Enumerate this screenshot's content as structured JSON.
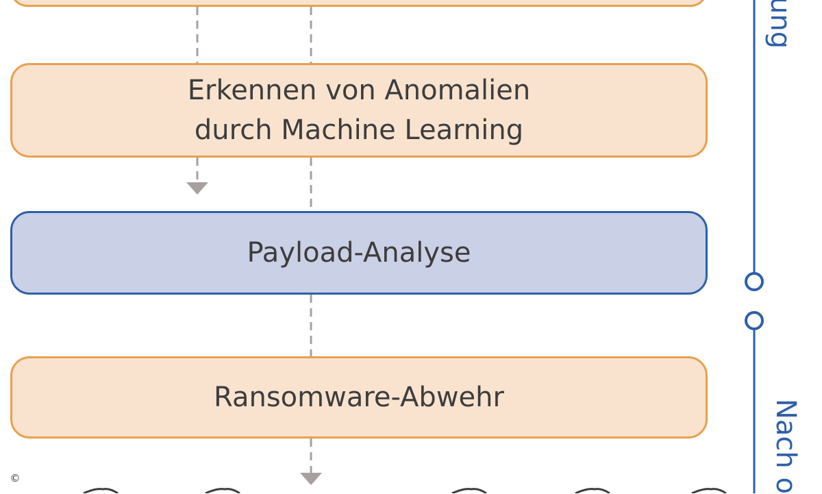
{
  "boxes": {
    "top": {
      "text": ""
    },
    "anomaly": {
      "line1": "Erkennen von Anomalien",
      "line2": "durch Machine Learning"
    },
    "payload": {
      "text": "Payload-Analyse"
    },
    "ransomware": {
      "text": "Ransomware-Abwehr"
    }
  },
  "timeline": {
    "upper_label": "ung",
    "lower_label": "Nach o",
    "color": "#2e5fa8"
  },
  "colors": {
    "orange_fill": "#f9e3cf",
    "orange_border": "#e8a04e",
    "blue_fill": "#cad0e6",
    "blue_border": "#2e5fa8",
    "arrow": "#a8a0a0"
  },
  "copyright": "©"
}
